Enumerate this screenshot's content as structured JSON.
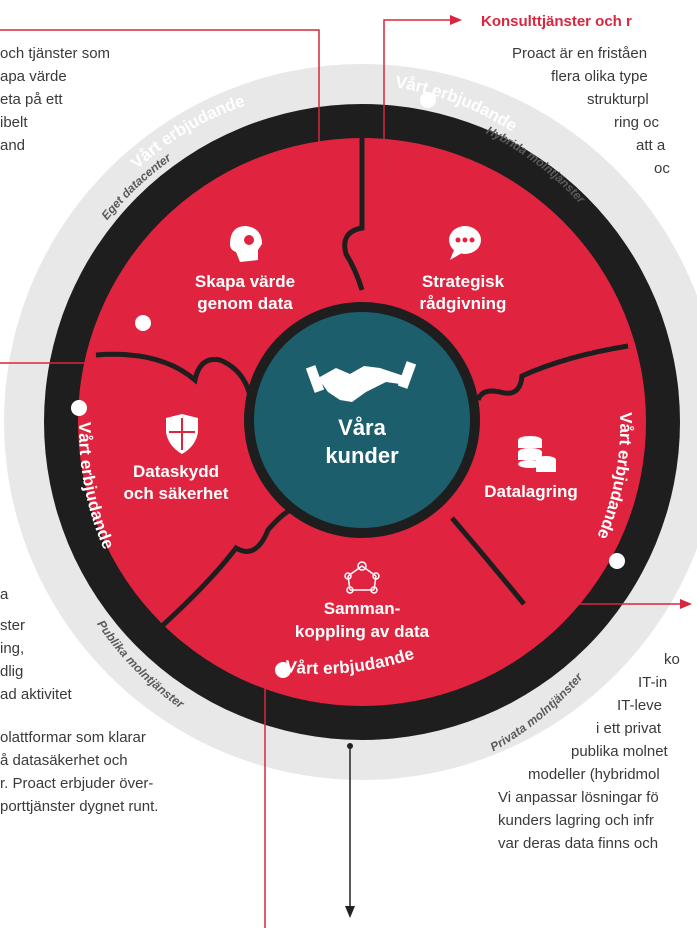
{
  "colors": {
    "red": "#e0243f",
    "teal": "#1d5e6c",
    "dark": "#1e1e1e",
    "grey_ring": "#e8e8e8",
    "text": "#3a3a3a"
  },
  "top_left_text": [
    "och tjänster som",
    "apa värde",
    "eta på ett",
    "ibelt",
    "and"
  ],
  "top_right": {
    "heading": "Konsulttjänster och r",
    "lines": [
      "Proact är en friståen",
      "flera olika type",
      "strukturpl",
      "ring oc",
      "att a",
      "oc"
    ]
  },
  "bottom_left_text": [
    "a",
    "ster",
    "ing,",
    "dlig",
    "ad aktivitet",
    "",
    "olattformar som klarar",
    "å datasäkerhet och",
    "r. Proact erbjuder över-",
    "porttjänster dygnet runt."
  ],
  "bottom_right_text": [
    "ko",
    "IT-in",
    "IT-leve",
    "i ett privat",
    "publika molnet",
    "modeller (hybridmol",
    "Vi anpassar lösningar fö",
    "kunders lagring och infr",
    "var deras data finns och"
  ],
  "center": {
    "line1": "Våra",
    "line2": "kunder",
    "icon": "handshake-icon"
  },
  "segments": [
    {
      "line1": "Skapa värde",
      "line2": "genom data",
      "icon": "head-gear-icon"
    },
    {
      "line1": "Strategisk",
      "line2": "rådgivning",
      "icon": "chat-bubble-icon"
    },
    {
      "line1": "Datalagring",
      "line2": "",
      "icon": "database-icon"
    },
    {
      "line1": "Samman-",
      "line2": "koppling av data",
      "icon": "network-icon"
    },
    {
      "line1": "Dataskydd",
      "line2": "och säkerhet",
      "icon": "shield-icon"
    }
  ],
  "offer_label": "Vårt erbjudande",
  "outer_labels": [
    "Eget datacenter",
    "Hybrida molntjänster",
    "Privata molntjänster",
    "Publika molntjänster"
  ]
}
